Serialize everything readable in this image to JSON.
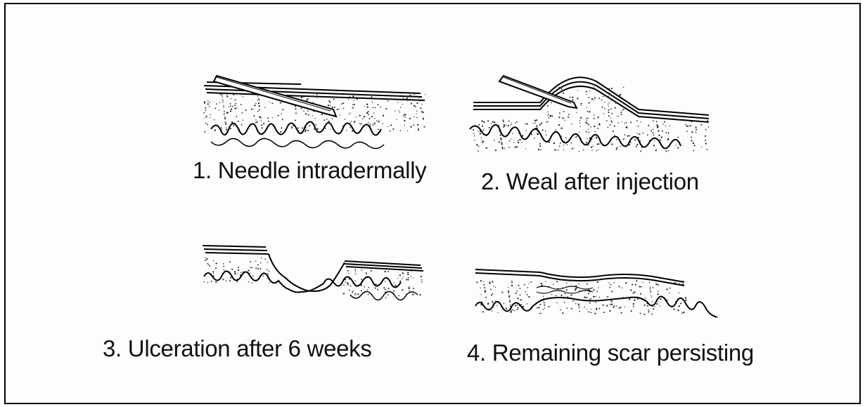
{
  "steps": [
    {
      "caption": "1. Needle intradermally"
    },
    {
      "caption": "2. Weal after injection"
    },
    {
      "caption": "3. Ulceration after 6 weeks"
    },
    {
      "caption": "4. Remaining scar persisting"
    }
  ]
}
